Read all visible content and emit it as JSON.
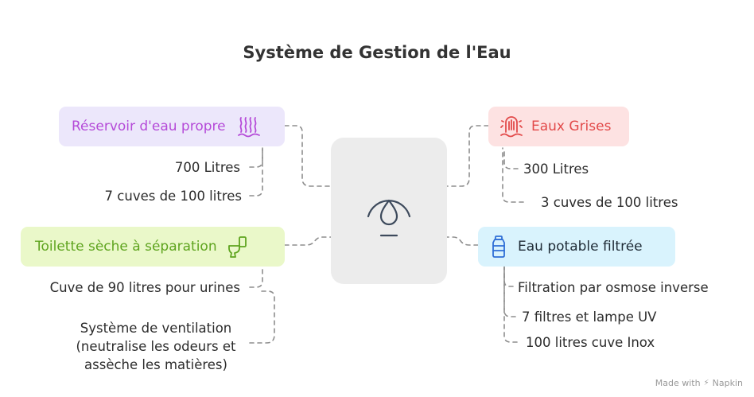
{
  "title": "Système de Gestion de l'Eau",
  "left_top": {
    "label": "Réservoir d'eau propre",
    "icon": "water-waves-icon",
    "color": "#b54bd8",
    "details": [
      "700 Litres",
      "7 cuves de 100 litres"
    ]
  },
  "left_bottom": {
    "label": "Toilette sèche à séparation",
    "icon": "toilet-icon",
    "color": "#5ea41e",
    "details": [
      "Cuve de 90 litres pour urines",
      "Système de ventilation (neutralise les odeurs et assèche les matières)"
    ]
  },
  "right_top": {
    "label": "Eaux Grises",
    "icon": "grey-water-icon",
    "color": "#e24a4a",
    "details": [
      "300 Litres",
      "3 cuves de 100 litres"
    ]
  },
  "right_bottom": {
    "label": "Eau potable filtrée",
    "icon": "water-bottle-icon",
    "color": "#2f6fd6",
    "details": [
      "Filtration par osmose inverse",
      "7 filtres et lampe UV",
      "100 litres cuve Inox"
    ]
  },
  "center": {
    "icon": "water-drop-icon"
  },
  "footer": {
    "text": "Made with",
    "brand": "Napkin"
  }
}
